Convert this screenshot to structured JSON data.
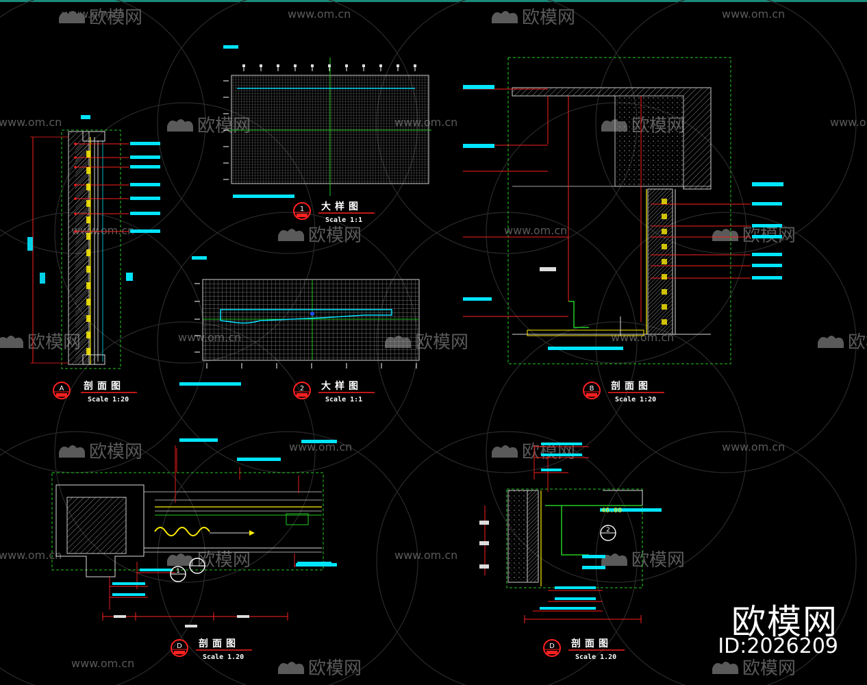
{
  "watermark": {
    "site": "www.om.cn",
    "brand_cn": "欧模网"
  },
  "brand": {
    "name": "欧模网",
    "id_label": "ID:2026209"
  },
  "drawings": [
    {
      "badge": "A",
      "title": "剖面图",
      "scale": "Scale 1:20"
    },
    {
      "badge": "1",
      "title": "大样图",
      "scale": "Scale 1:1"
    },
    {
      "badge": "2",
      "title": "大样图",
      "scale": "Scale 1:1"
    },
    {
      "badge": "B",
      "title": "剖面图",
      "scale": "Scale 1:20"
    },
    {
      "badge": "D",
      "title": "剖面图",
      "scale": "Scale 1.20"
    },
    {
      "badge": "D",
      "title": "剖面图",
      "scale": "Scale 1.20"
    }
  ],
  "small_labels": {
    "detail2_tag": "2",
    "detail1_tag": "1",
    "elevation": "46.00"
  },
  "colors": {
    "background": "#000000",
    "frame_dash": "#22cc22",
    "leader": "#ff2020",
    "annotation": "#00e5ff",
    "grid": "#9a9a9a",
    "yellow": "#ffee00",
    "watermark": "#5a5a5a"
  }
}
